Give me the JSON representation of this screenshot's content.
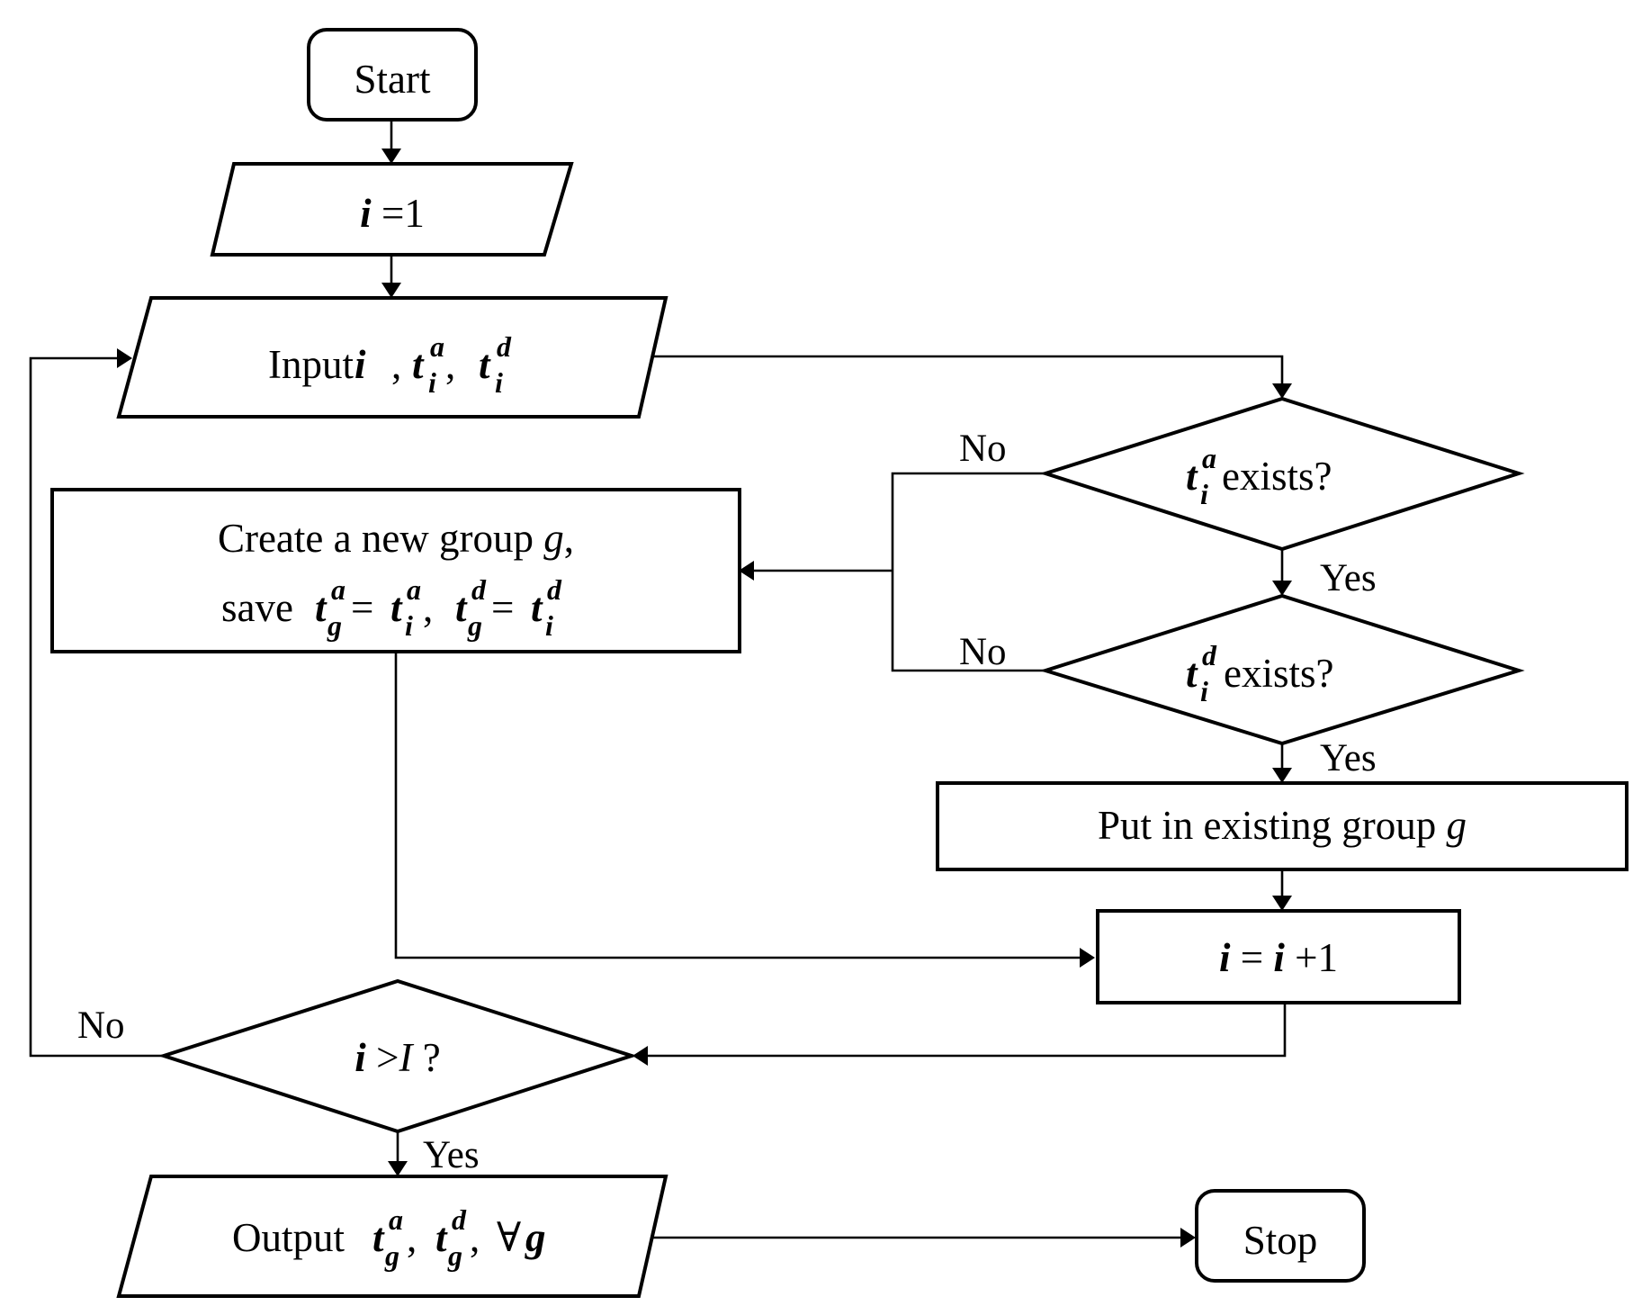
{
  "nodes": {
    "start": {
      "label": "Start"
    },
    "init": {
      "var": "i",
      "rest": " =1"
    },
    "input": {
      "word": "Input ",
      "i": "i",
      "comma1": ", ",
      "t": "t",
      "sub": "i",
      "sup_a": "a",
      "sup_d": "d",
      "comma2": " , "
    },
    "check_a": {
      "t": "t",
      "sub": "i",
      "sup": "a",
      "rest": " exists?"
    },
    "check_d": {
      "t": "t",
      "sub": "i",
      "sup": "d",
      "rest": " exists?"
    },
    "create": {
      "line1_text": "Create a new group ",
      "line1_var": "g",
      "line1_end": ",",
      "line2_save": "save ",
      "t": "t",
      "g": "g",
      "i": "i",
      "a": "a",
      "d": "d",
      "eq": "= ",
      "comma": " , "
    },
    "put": {
      "text": "Put in existing group ",
      "var": "g"
    },
    "increment": {
      "i1": "i",
      "eq": " = ",
      "i2": "i",
      "rest": " +1"
    },
    "check_end": {
      "i": "i",
      "rest": " >",
      "I": "I",
      "q": " ?"
    },
    "output": {
      "word": "Output ",
      "t": "t",
      "g": "g",
      "a": "a",
      "d": "d",
      "comma": ", ",
      "forall": "∀",
      "gv": "g"
    },
    "stop": {
      "label": "Stop"
    }
  },
  "edges": {
    "check_a_no": "No",
    "check_a_yes": "Yes",
    "check_d_no": "No",
    "check_d_yes": "Yes",
    "check_end_no": "No",
    "check_end_yes": "Yes"
  }
}
